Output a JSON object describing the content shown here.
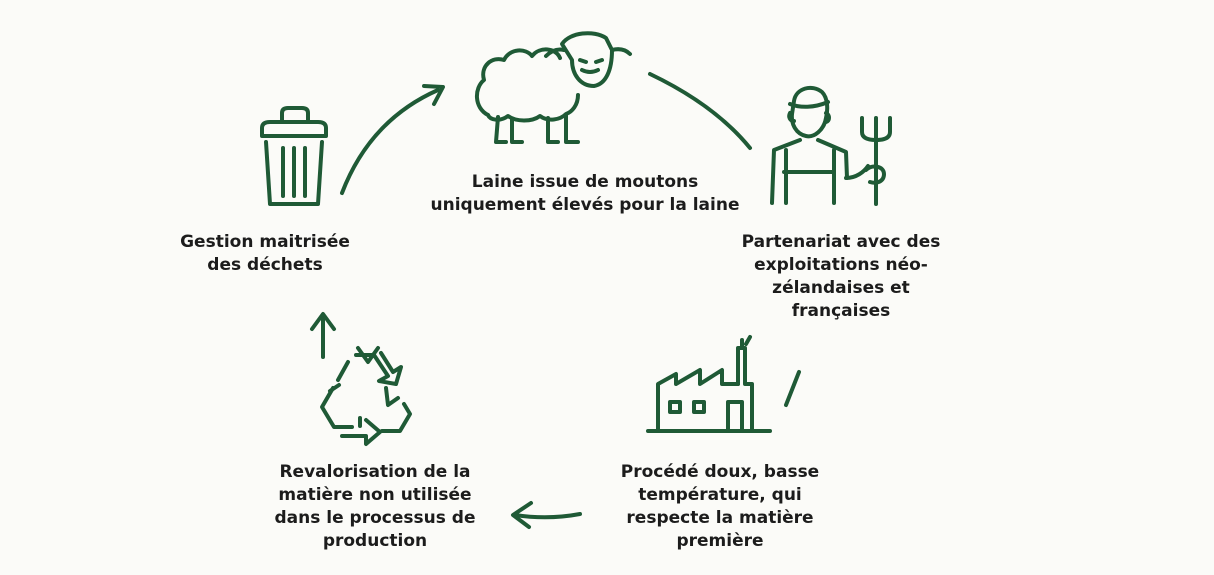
{
  "colors": {
    "accent": "#1f5a36",
    "text": "#1c1c1c",
    "background": "#fbfbf8"
  },
  "steps": [
    {
      "id": "sheep",
      "icon": "sheep-icon",
      "lines": [
        "Laine issue de moutons",
        "uniquement élevés pour la laine"
      ]
    },
    {
      "id": "farmer",
      "icon": "farmer-pitchfork-icon",
      "lines": [
        "Partenariat avec des",
        "exploitations néo-",
        "zélandaises et",
        "françaises"
      ]
    },
    {
      "id": "factory",
      "icon": "factory-icon",
      "lines": [
        "Procédé doux, basse",
        "température, qui",
        "respecte la matière",
        "première"
      ]
    },
    {
      "id": "recycle",
      "icon": "recycle-icon",
      "lines": [
        "Revalorisation de la",
        "matière non utilisée",
        "dans le processus de",
        "production"
      ]
    },
    {
      "id": "trash",
      "icon": "trash-bin-icon",
      "lines": [
        "Gestion maitrisée",
        "des déchets"
      ]
    }
  ]
}
